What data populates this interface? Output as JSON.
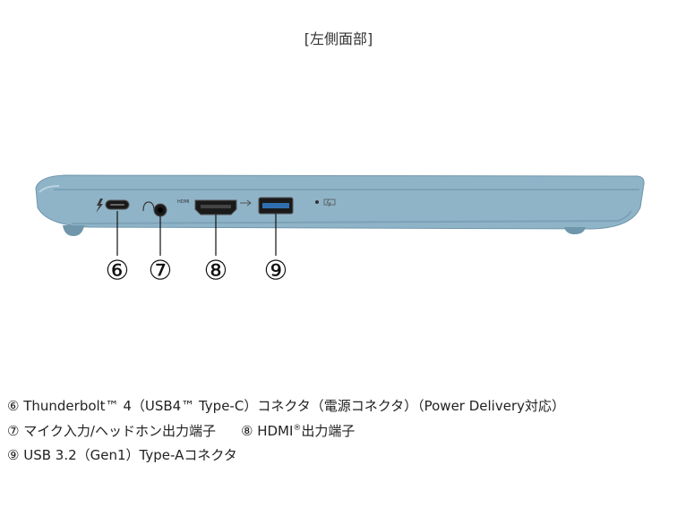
{
  "heading": "[左側面部]",
  "callouts": [
    "⑥",
    "⑦",
    "⑧",
    "⑨"
  ],
  "port_labels": {
    "hdmi": "HDMI"
  },
  "descriptions": {
    "line1": "⑥ Thunderbolt™ 4（USB4™ Type-C）コネクタ（電源コネクタ）（Power Delivery対応）",
    "line2_a": "⑦ マイク入力/ヘッドホン出力端子",
    "line2_b_pre": "⑧ HDMI",
    "line2_b_sup": "®",
    "line2_b_post": "出力端子",
    "line3": "⑨ USB 3.2（Gen1）Type-Aコネクタ"
  },
  "colors": {
    "body": "#8fb4c8",
    "body_dark": "#6f96ab",
    "body_light": "#b9d3e0",
    "port": "#1a1a1a",
    "usb_inner": "#2f6fb0"
  }
}
